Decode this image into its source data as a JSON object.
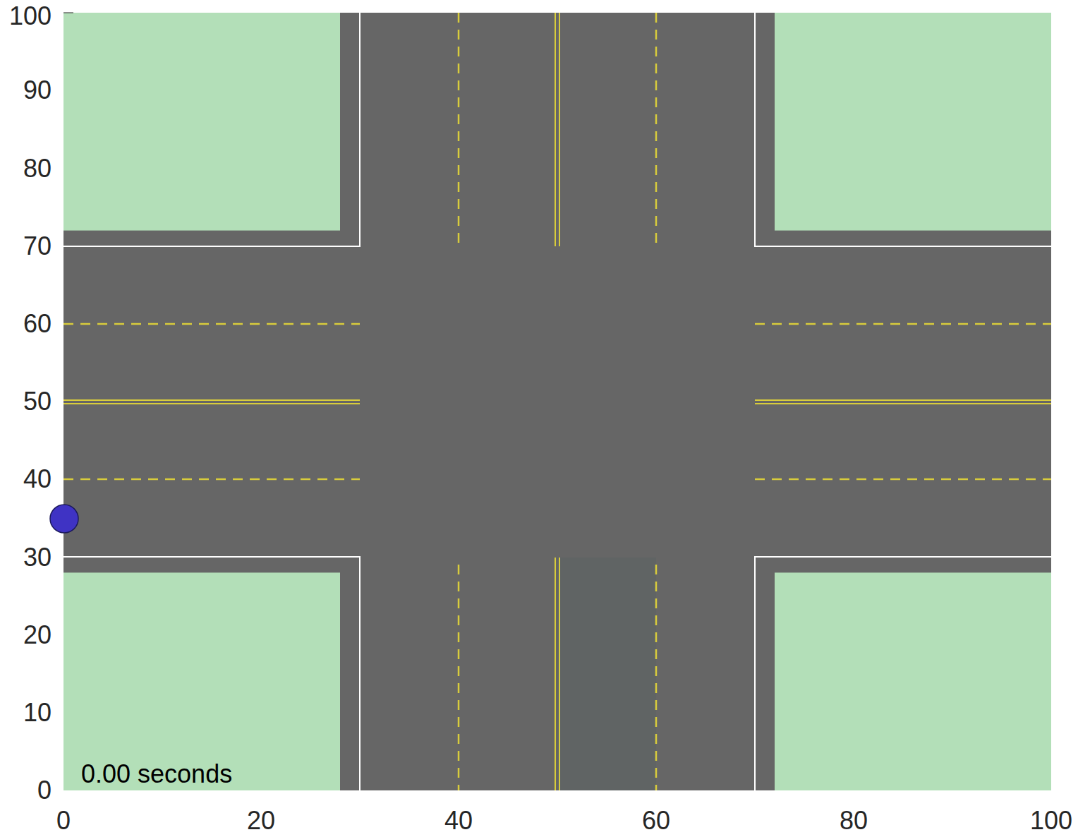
{
  "diagram": {
    "labels": [
      "100",
      "90",
      "80",
      "70",
      "60",
      "50",
      "40",
      "30",
      "20",
      "10",
      "0",
      "0.00 seconds",
      "0",
      "20",
      "40",
      "60",
      "80",
      "100"
    ]
  }
}
